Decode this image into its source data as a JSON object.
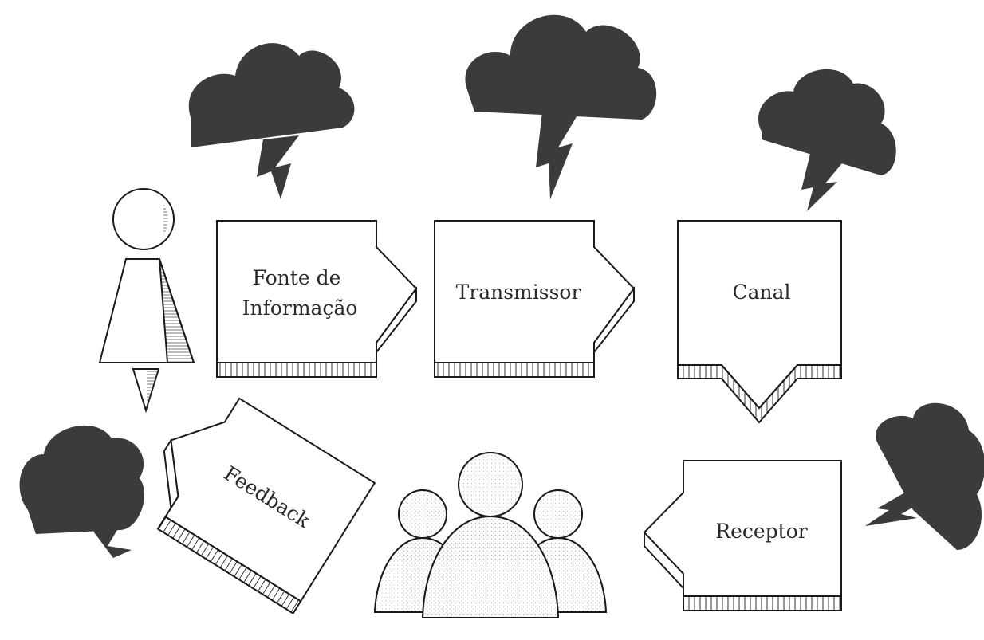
{
  "diagram": {
    "nodes": {
      "source": "Fonte de\nInformação",
      "transmitter": "Transmissor",
      "channel": "Canal",
      "receiver": "Receptor",
      "feedback": "Feedback"
    }
  },
  "colors": {
    "ink": "#1a1a1a",
    "cloud": "#3b3b3b",
    "paper": "#ffffff"
  },
  "icons": [
    "storm-cloud-icon",
    "person-icon",
    "audience-icon"
  ]
}
